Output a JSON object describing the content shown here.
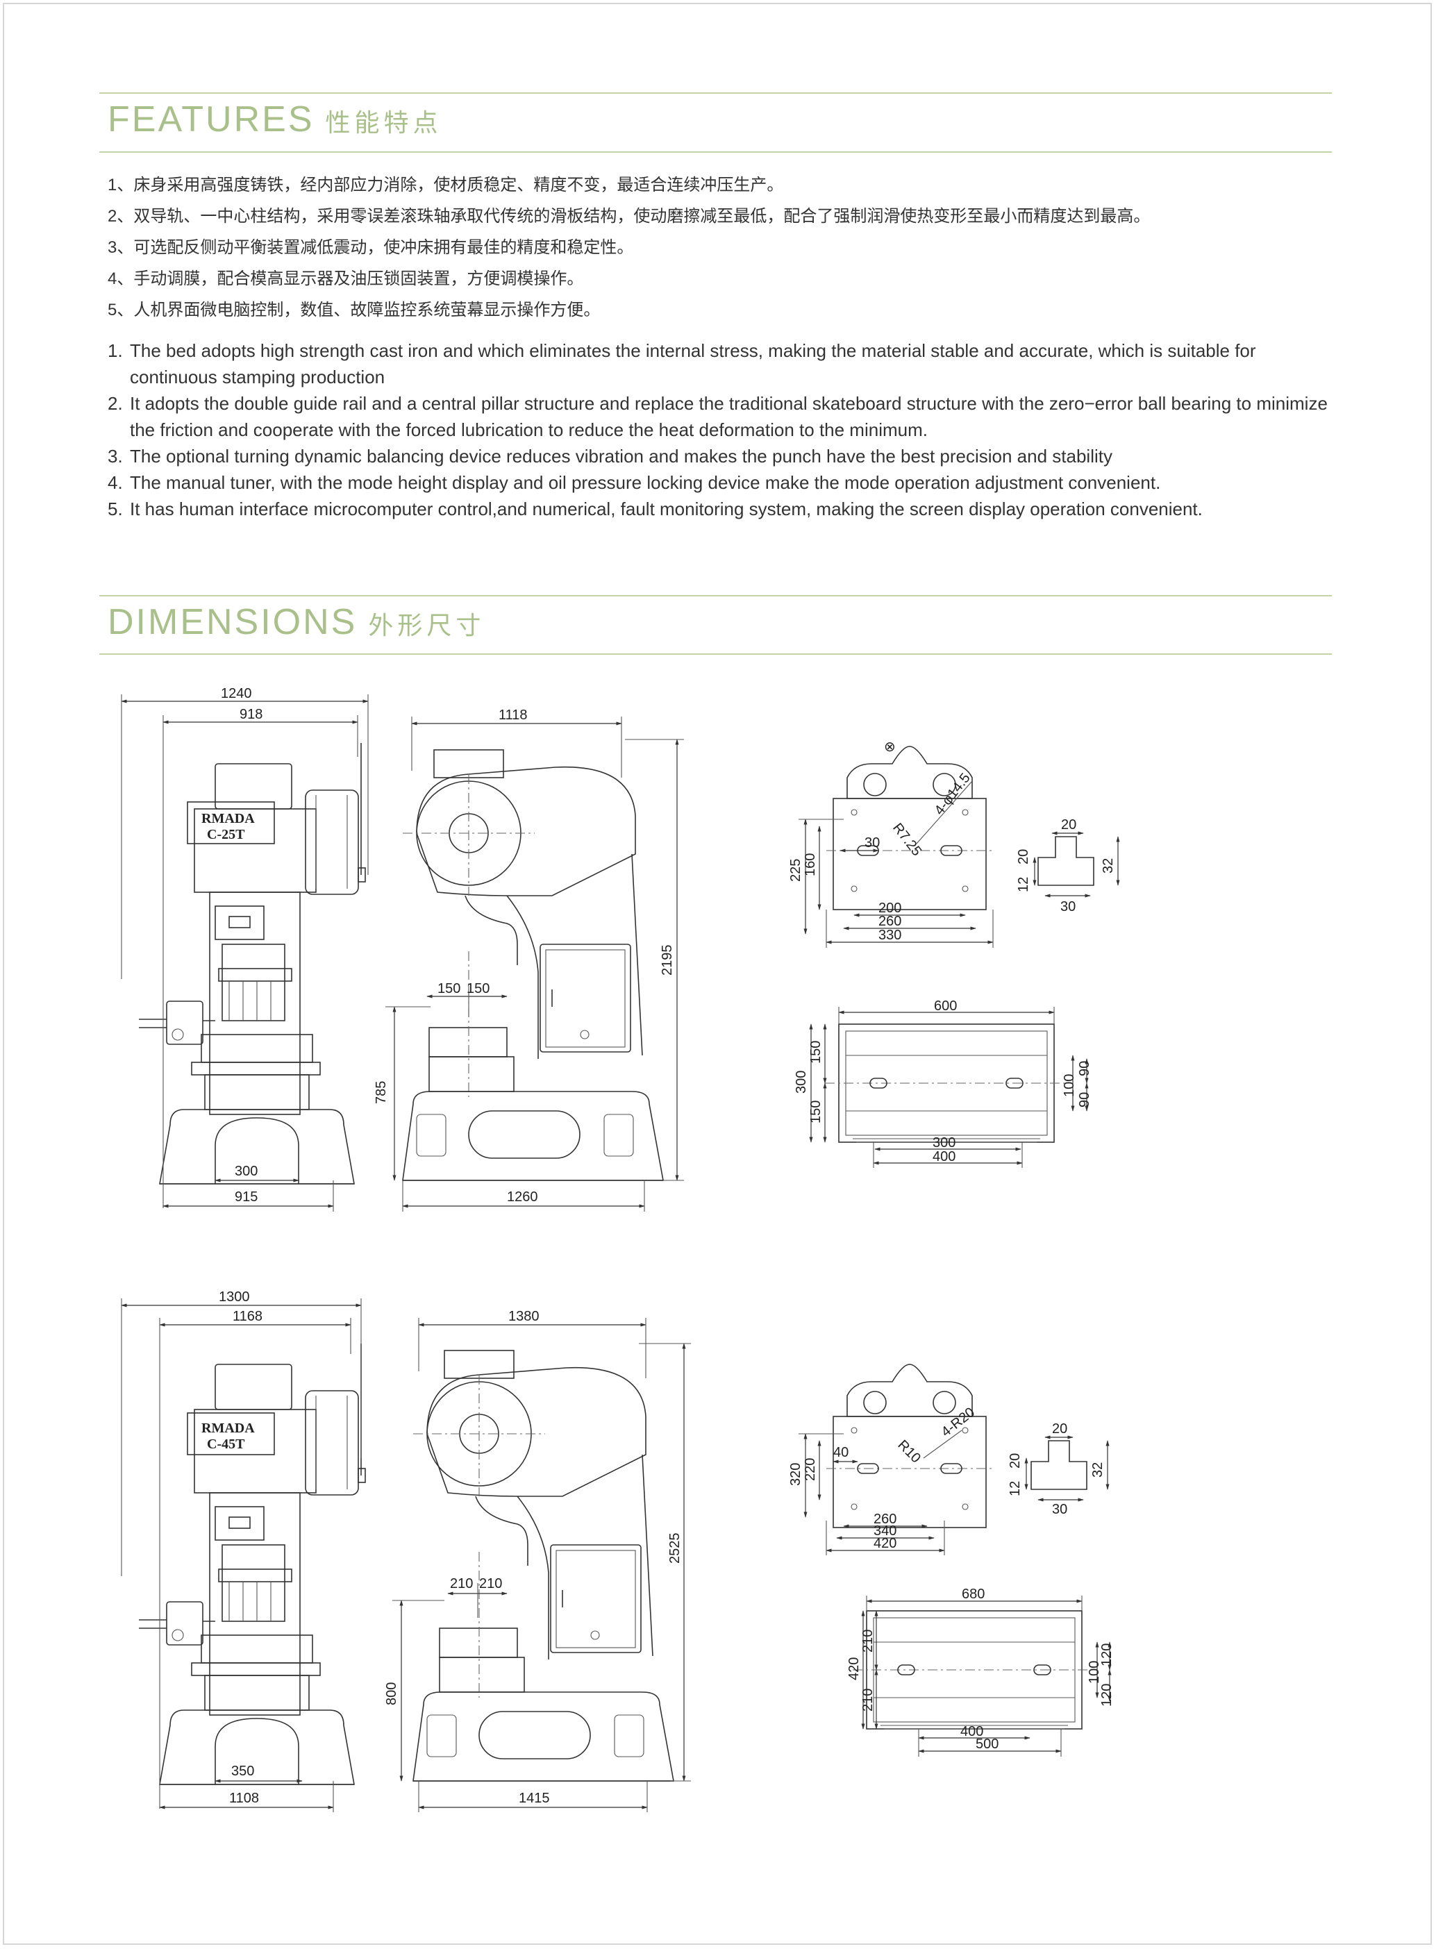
{
  "features": {
    "title_en": "FEATURES",
    "title_cn": "性能特点",
    "cn_items": [
      "1、床身采用高强度铸铁，经内部应力消除，使材质稳定、精度不变，最适合连续冲压生产。",
      "2、双导轨、一中心柱结构，采用零误差滚珠轴承取代传统的滑板结构，使动磨擦减至最低，配合了强制润滑使热变形至最小而精度达到最高。",
      "3、可选配反侧动平衡装置减低震动，使冲床拥有最佳的精度和稳定性。",
      "4、手动调膜，配合模高显示器及油压锁固装置，方便调模操作。",
      "5、人机界面微电脑控制，数值、故障监控系统萤幕显示操作方便。"
    ],
    "en_items": [
      {
        "num": "1.",
        "text": "The bed adopts high strength cast iron and which eliminates the internal stress, making the material stable and accurate, which is suitable for continuous stamping production"
      },
      {
        "num": "2.",
        "text": "It adopts the double guide rail and a central pillar structure and replace the traditional skateboard structure with the zero−error ball bearing to minimize the friction and cooperate with the forced lubrication to reduce the heat deformation to the minimum."
      },
      {
        "num": "3.",
        "text": "The optional turning dynamic balancing device reduces vibration and makes the punch have the best precision and stability"
      },
      {
        "num": "4.",
        "text": "The manual tuner, with the mode height display and oil pressure locking device make the mode operation adjustment convenient."
      },
      {
        "num": "5.",
        "text": "It has human interface microcomputer control,and numerical, fault monitoring system, making the screen display operation convenient."
      }
    ]
  },
  "dimensions": {
    "title_en": "DIMENSIONS",
    "title_cn": "外形尺寸",
    "brand": "RMADA",
    "models": [
      {
        "model": "C-25T",
        "front": {
          "overall_width": "1240",
          "upper_width": "918",
          "base_inner": "300",
          "base_width": "915"
        },
        "side": {
          "top_depth": "1118",
          "offset_left": "150",
          "offset_right": "150",
          "table_height": "785",
          "total_height": "2195",
          "base_depth": "1260"
        },
        "slider": {
          "bolt_spec": "4-φ14.5",
          "radius": "R7.25",
          "d225": "225",
          "d160": "160",
          "d30": "30",
          "w200": "200",
          "w260": "260",
          "w330": "330"
        },
        "tslot": {
          "top": "20",
          "h1": "12",
          "h2": "20",
          "height": "32",
          "bottom": "30"
        },
        "table": {
          "length": "600",
          "depth": "300",
          "half1": "150",
          "half2": "150",
          "r100": "100",
          "r90a": "90",
          "r90b": "90",
          "hole": "300",
          "opening": "400"
        }
      },
      {
        "model": "C-45T",
        "front": {
          "overall_width": "1300",
          "upper_width": "1168",
          "base_inner": "350",
          "base_width": "1108"
        },
        "side": {
          "top_depth": "1380",
          "offset_left": "210",
          "offset_right": "210",
          "table_height": "800",
          "total_height": "2525",
          "base_depth": "1415"
        },
        "slider": {
          "bolt_spec": "4-R20",
          "radius": "R10",
          "d225": "320",
          "d160": "220",
          "d30": "40",
          "w200": "260",
          "w260": "340",
          "w330": "420"
        },
        "tslot": {
          "top": "20",
          "h1": "12",
          "h2": "20",
          "height": "32",
          "bottom": "30"
        },
        "table": {
          "length": "680",
          "depth": "420",
          "half1": "210",
          "half2": "210",
          "r100": "100",
          "r90a": "120",
          "r90b": "120",
          "hole": "400",
          "opening": "500"
        }
      }
    ]
  }
}
